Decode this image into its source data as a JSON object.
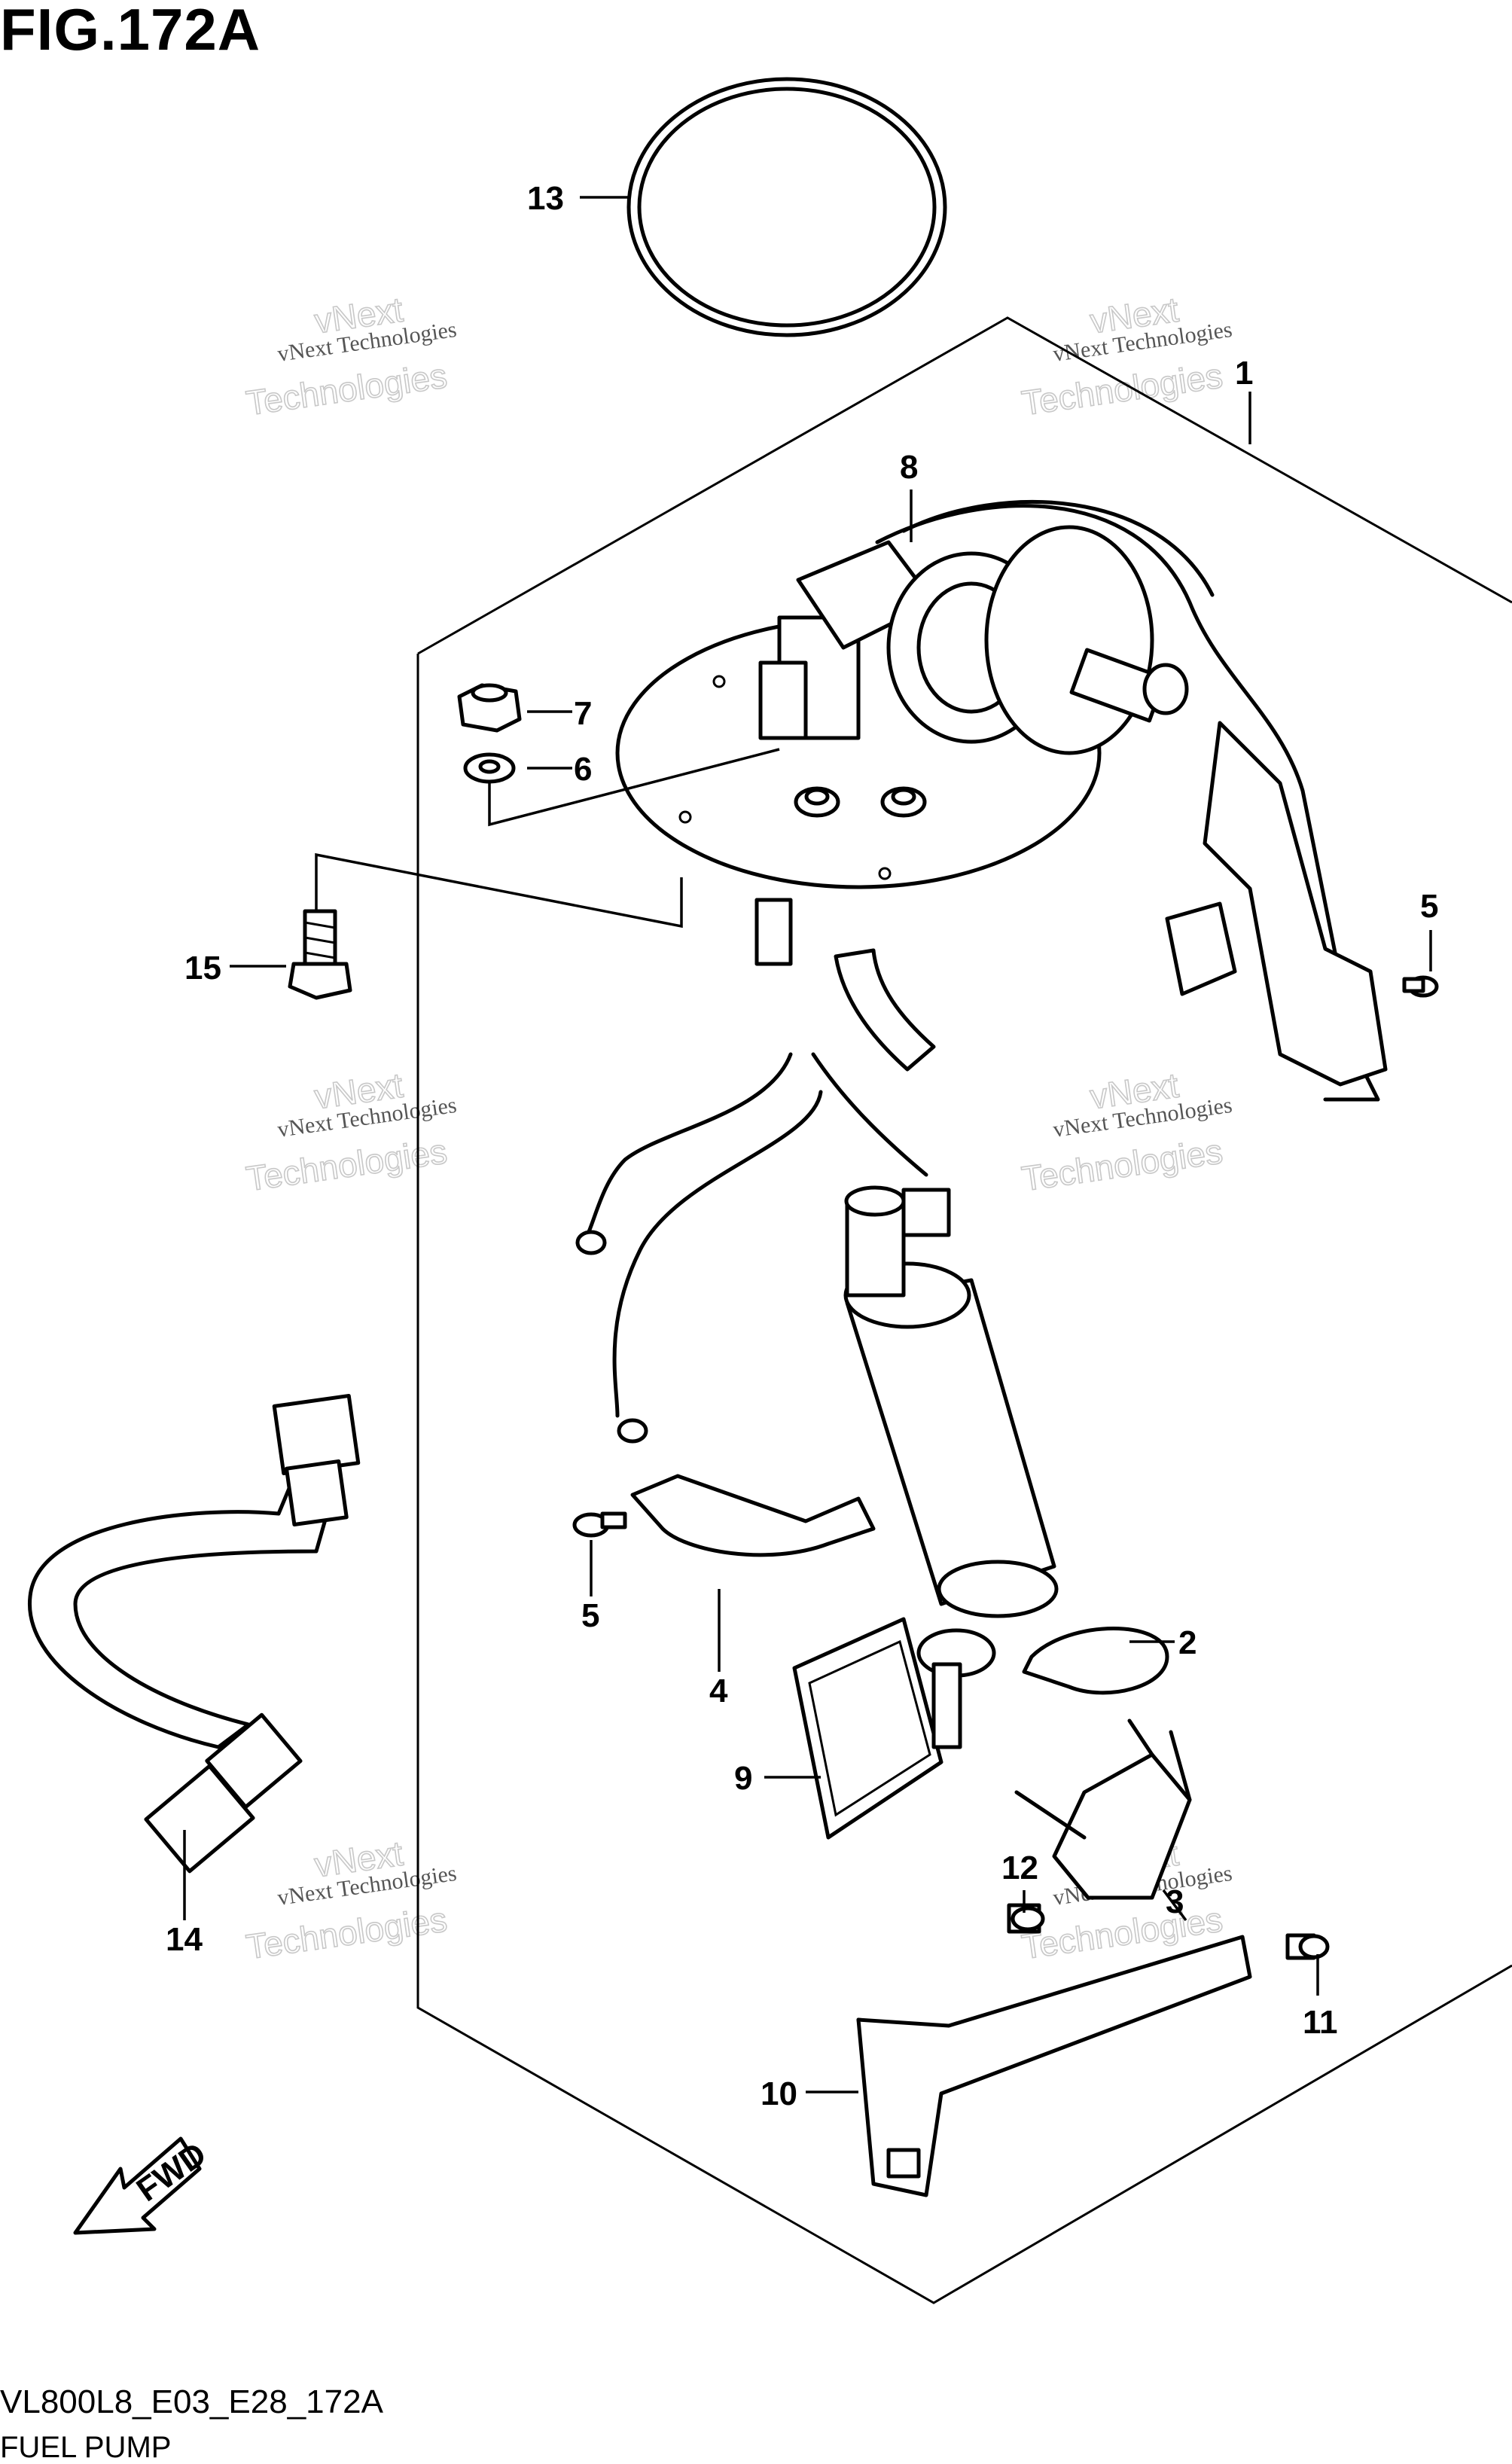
{
  "figure": {
    "title": "FIG.172A",
    "code": "VL800L8_E03_E28_172A",
    "name": "FUEL PUMP"
  },
  "callouts": [
    {
      "id": "c1",
      "label": "1"
    },
    {
      "id": "c2",
      "label": "2"
    },
    {
      "id": "c3",
      "label": "3"
    },
    {
      "id": "c4",
      "label": "4"
    },
    {
      "id": "c5a",
      "label": "5"
    },
    {
      "id": "c5b",
      "label": "5"
    },
    {
      "id": "c6",
      "label": "6"
    },
    {
      "id": "c7",
      "label": "7"
    },
    {
      "id": "c8",
      "label": "8"
    },
    {
      "id": "c9",
      "label": "9"
    },
    {
      "id": "c10",
      "label": "10"
    },
    {
      "id": "c11",
      "label": "11"
    },
    {
      "id": "c12",
      "label": "12"
    },
    {
      "id": "c13",
      "label": "13"
    },
    {
      "id": "c14",
      "label": "14"
    },
    {
      "id": "c15",
      "label": "15"
    }
  ],
  "fwd_label": "FWD",
  "watermark": {
    "line1": "vNext Technologies",
    "line2": "vNext",
    "line3": "Technologies"
  }
}
